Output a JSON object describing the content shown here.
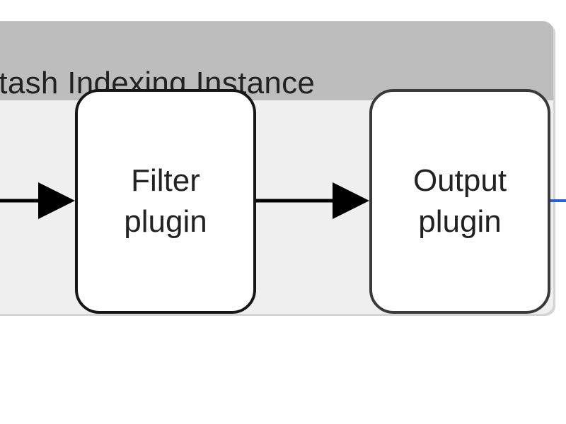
{
  "diagram": {
    "group_title": "stash Indexing Instance",
    "nodes": {
      "filter": {
        "label": "Filter\nplugin"
      },
      "output": {
        "label": "Output\nplugin"
      }
    },
    "colors": {
      "group_header": "#bdbdbd",
      "group_body": "#efefef",
      "node_fill": "#ffffff",
      "node_border": "#161616",
      "arrow": "#000000",
      "outgoing_link": "#2a62d6"
    }
  }
}
